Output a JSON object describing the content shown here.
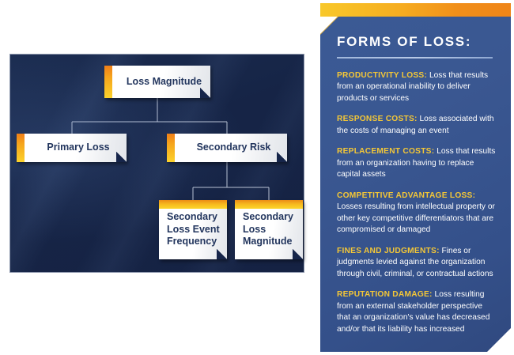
{
  "diagram": {
    "nodes": [
      {
        "id": "loss-magnitude",
        "label": "Loss Magnitude"
      },
      {
        "id": "primary-loss",
        "label": "Primary Loss"
      },
      {
        "id": "secondary-risk",
        "label": "Secondary Risk"
      },
      {
        "id": "secondary-loss-event-frequency",
        "label": "Secondary Loss Event Frequency"
      },
      {
        "id": "secondary-loss-magnitude",
        "label": "Secondary Loss Magnitude"
      }
    ],
    "colors": {
      "panel_background": "#16254a",
      "node_background": "#ffffff",
      "node_text": "#23365e",
      "accent_orange": "#f08017",
      "accent_yellow": "#fcd42b",
      "connector_line": "#b9c2d4"
    }
  },
  "forms_panel": {
    "title": "FORMS OF LOSS:",
    "colors": {
      "panel_background": "#36528c",
      "top_bar": "#f2991c",
      "term_text": "#f4c737",
      "body_text": "#ffffff"
    },
    "items": [
      {
        "term": "PRODUCTIVITY LOSS:",
        "description": " Loss that results from an operational inability to deliver products or services"
      },
      {
        "term": "RESPONSE COSTS:",
        "description": " Loss associated with the costs of managing an event"
      },
      {
        "term": "REPLACEMENT COSTS:",
        "description": " Loss that results from an organization having to replace capital assets"
      },
      {
        "term": "COMPETITIVE ADVANTAGE LOSS:",
        "description": " Losses resulting from intellectual property or other key competitive differentiators that are compromised or damaged"
      },
      {
        "term": "FINES AND JUDGMENTS:",
        "description": " Fines or judgments levied against the organization through civil, criminal, or contractual actions"
      },
      {
        "term": "REPUTATION DAMAGE:",
        "description": " Loss resulting from an external stakeholder perspective that an organization's value has decreased and/or that its liability has increased"
      }
    ]
  }
}
